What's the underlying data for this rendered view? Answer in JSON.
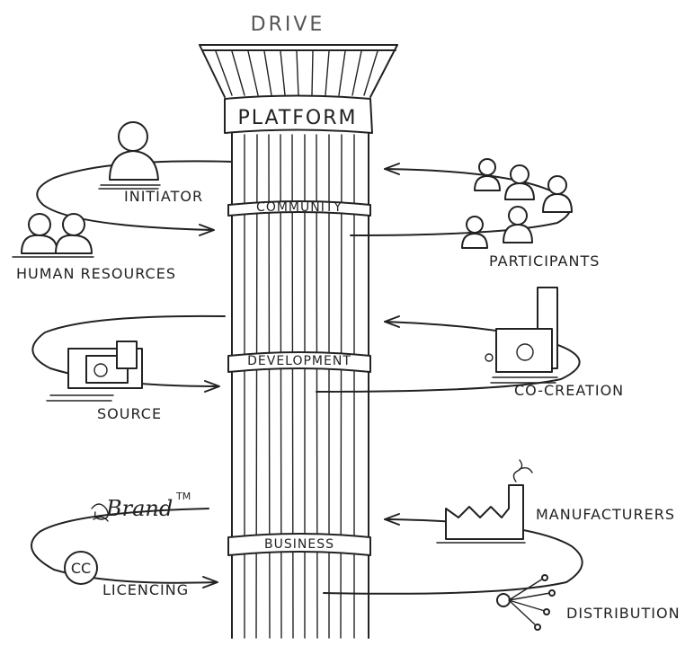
{
  "diagram": {
    "top_label": "DRIVE",
    "platform_label": "PLATFORM",
    "bands": {
      "community": "COMMUNITY",
      "development": "DEVELOPMENT",
      "business": "BUSINESS"
    },
    "left": {
      "initiator": "INITIATOR",
      "human_resources": "HUMAN RESOURCES",
      "source": "SOURCE",
      "brand": "Brand",
      "brand_mark": "TM",
      "cc": "CC",
      "licencing": "LICENCING"
    },
    "right": {
      "participants": "PARTICIPANTS",
      "co_creation": "CO-CREATION",
      "manufacturers": "MANUFACTURERS",
      "distribution": "DISTRIBUTION"
    }
  }
}
